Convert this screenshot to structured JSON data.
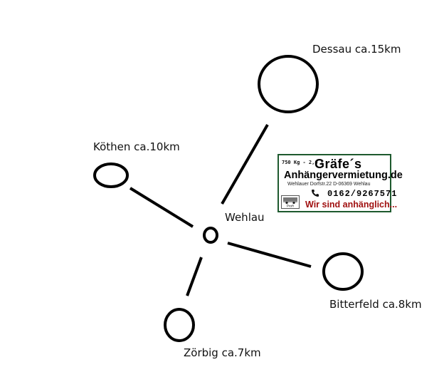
{
  "diagram": {
    "center": {
      "name": "Wehlau"
    },
    "places": [
      {
        "id": "dessau",
        "label": "Dessau ca.15km"
      },
      {
        "id": "koethen",
        "label": "Köthen ca.10km"
      },
      {
        "id": "bitterfeld",
        "label": "Bitterfeld ca.8km"
      },
      {
        "id": "zoerbig",
        "label": "Zörbig ca.7km"
      }
    ]
  },
  "sign": {
    "tag": "750 Kg - 2,6 t",
    "name": "Gräfe´s",
    "line2": "Anhängervermietung.de",
    "address": "Wehlauer Dorfstr.22 D-06369 Wehlau",
    "phone": "0162/9267571",
    "slogan": "Wir sind anhänglich...",
    "trailer_icon_text": "Profi",
    "icons": [
      "phone-icon",
      "trailer-icon"
    ],
    "colors": {
      "border": "#1e5a2e",
      "slogan": "#a01010"
    }
  }
}
